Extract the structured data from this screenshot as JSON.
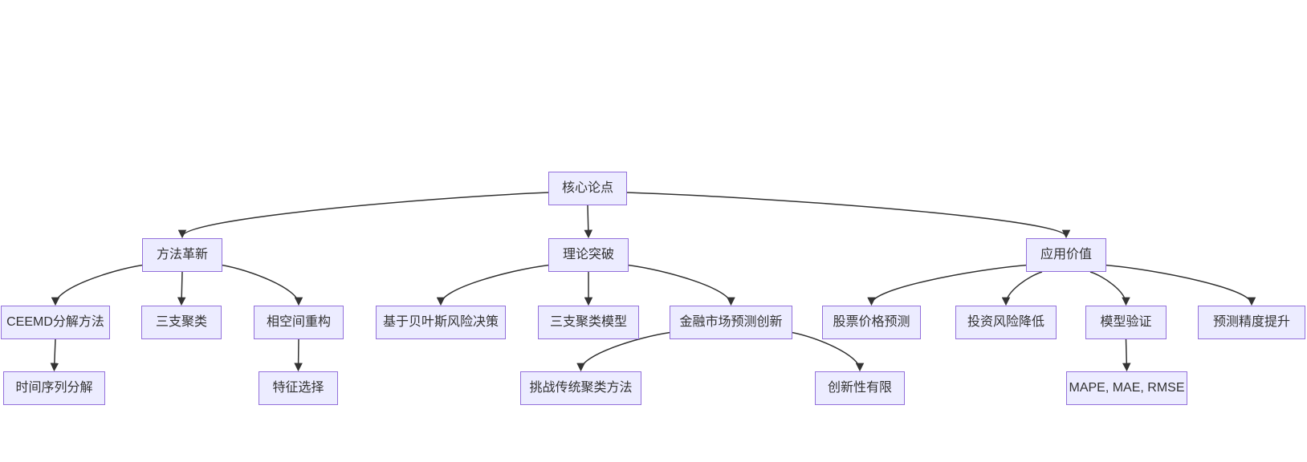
{
  "diagram": {
    "type": "flowchart",
    "background": "#ffffff",
    "node_fill": "#ECECFF",
    "node_border": "#9370DB",
    "edge_color": "#333333",
    "text_color": "#333333",
    "nodes": [
      {
        "id": "core",
        "label": "核心论点"
      },
      {
        "id": "method",
        "label": "方法革新"
      },
      {
        "id": "theory",
        "label": "理论突破"
      },
      {
        "id": "value",
        "label": "应用价值"
      },
      {
        "id": "ceemd",
        "label": "CEEMD分解方法"
      },
      {
        "id": "threeway",
        "label": "三支聚类"
      },
      {
        "id": "phase",
        "label": "相空间重构"
      },
      {
        "id": "bayes",
        "label": "基于贝叶斯风险决策"
      },
      {
        "id": "threeway-model",
        "label": "三支聚类模型"
      },
      {
        "id": "finance",
        "label": "金融市场预测创新"
      },
      {
        "id": "stock",
        "label": "股票价格预测"
      },
      {
        "id": "risk",
        "label": "投资风险降低"
      },
      {
        "id": "validation",
        "label": "模型验证"
      },
      {
        "id": "accuracy",
        "label": "预测精度提升"
      },
      {
        "id": "timeseries",
        "label": "时间序列分解"
      },
      {
        "id": "feature",
        "label": "特征选择"
      },
      {
        "id": "challenge",
        "label": "挑战传统聚类方法"
      },
      {
        "id": "limited",
        "label": "创新性有限"
      },
      {
        "id": "metrics",
        "label": "MAPE, MAE, RMSE"
      }
    ],
    "edges": [
      {
        "from": "core",
        "to": "method"
      },
      {
        "from": "core",
        "to": "theory"
      },
      {
        "from": "core",
        "to": "value"
      },
      {
        "from": "method",
        "to": "ceemd"
      },
      {
        "from": "method",
        "to": "threeway"
      },
      {
        "from": "method",
        "to": "phase"
      },
      {
        "from": "theory",
        "to": "bayes"
      },
      {
        "from": "theory",
        "to": "threeway-model"
      },
      {
        "from": "theory",
        "to": "finance"
      },
      {
        "from": "value",
        "to": "stock"
      },
      {
        "from": "value",
        "to": "risk"
      },
      {
        "from": "value",
        "to": "validation"
      },
      {
        "from": "value",
        "to": "accuracy"
      },
      {
        "from": "ceemd",
        "to": "timeseries"
      },
      {
        "from": "phase",
        "to": "feature"
      },
      {
        "from": "finance",
        "to": "challenge"
      },
      {
        "from": "finance",
        "to": "limited"
      },
      {
        "from": "validation",
        "to": "metrics"
      }
    ]
  }
}
